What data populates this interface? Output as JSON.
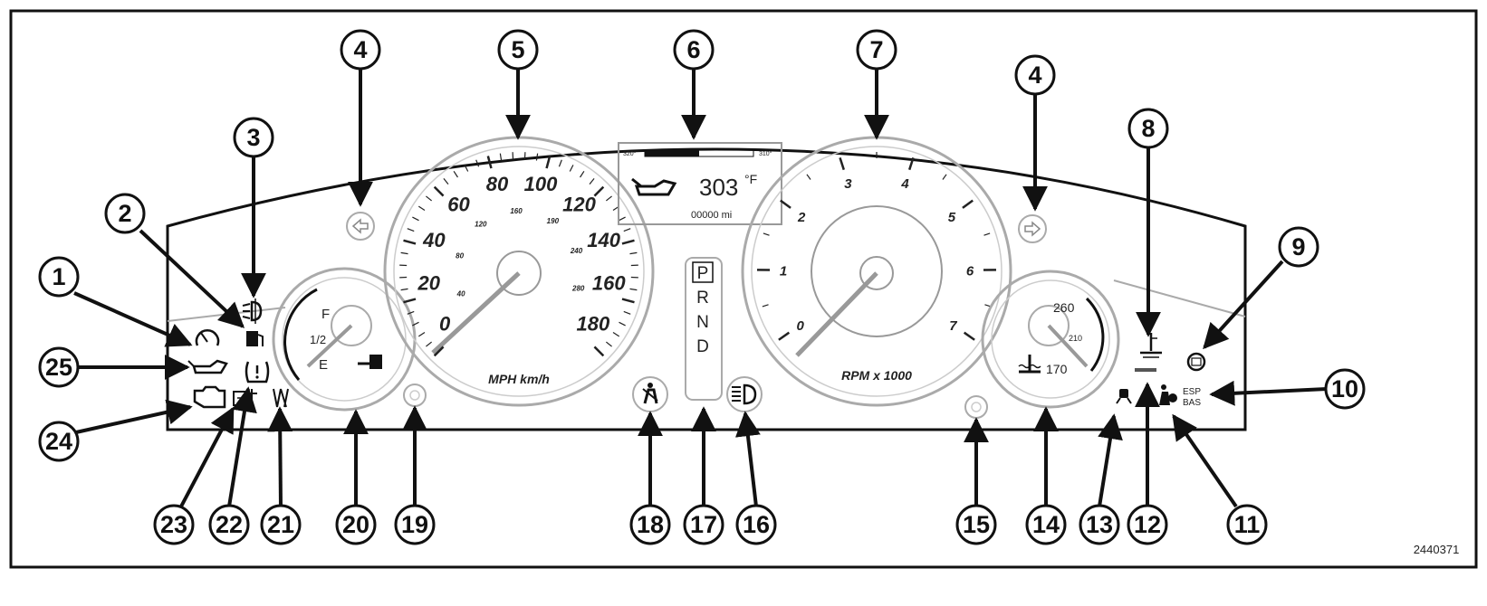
{
  "figure_id": "2440371",
  "callouts": [
    "1",
    "2",
    "3",
    "4",
    "4",
    "5",
    "6",
    "7",
    "8",
    "9",
    "10",
    "11",
    "12",
    "13",
    "14",
    "15",
    "16",
    "17",
    "18",
    "19",
    "20",
    "21",
    "22",
    "23",
    "24",
    "25"
  ],
  "speedometer": {
    "mph_labels": [
      "0",
      "20",
      "40",
      "60",
      "80",
      "100",
      "120",
      "140",
      "160",
      "180"
    ],
    "kmh_labels": [
      "40",
      "80",
      "120",
      "160",
      "190",
      "240",
      "280"
    ],
    "unit_label": "MPH km/h"
  },
  "tachometer": {
    "labels": [
      "0",
      "1",
      "2",
      "3",
      "4",
      "5",
      "6",
      "7"
    ],
    "unit_label": "RPM x 1000"
  },
  "fuel_gauge": {
    "labels": [
      "F",
      "1/2",
      "E"
    ]
  },
  "temp_gauge": {
    "labels": [
      "260",
      "210",
      "170"
    ]
  },
  "center_display": {
    "value": "303",
    "unit": "°F",
    "odometer": "00000 mi",
    "scale_left": "320°",
    "scale_right": "310°"
  },
  "gear_indicator": {
    "selected": "P",
    "gears": [
      "P",
      "R",
      "N",
      "D"
    ]
  },
  "indicator_text": {
    "esp": "ESP",
    "bas": "BAS"
  },
  "icons": [
    "left-turn-icon",
    "right-turn-icon",
    "fog-light-icon",
    "fuel-icon",
    "speed-control-icon",
    "oil-pressure-icon",
    "check-engine-icon",
    "tire-pressure-icon",
    "brake-icon",
    "seatbelt-icon",
    "high-beam-icon",
    "airbag-icon",
    "traction-icon",
    "coolant-icon",
    "security-icon"
  ],
  "colors": {
    "line": "#111111",
    "dial_outline": "#9a9a9a",
    "background": "#ffffff"
  }
}
